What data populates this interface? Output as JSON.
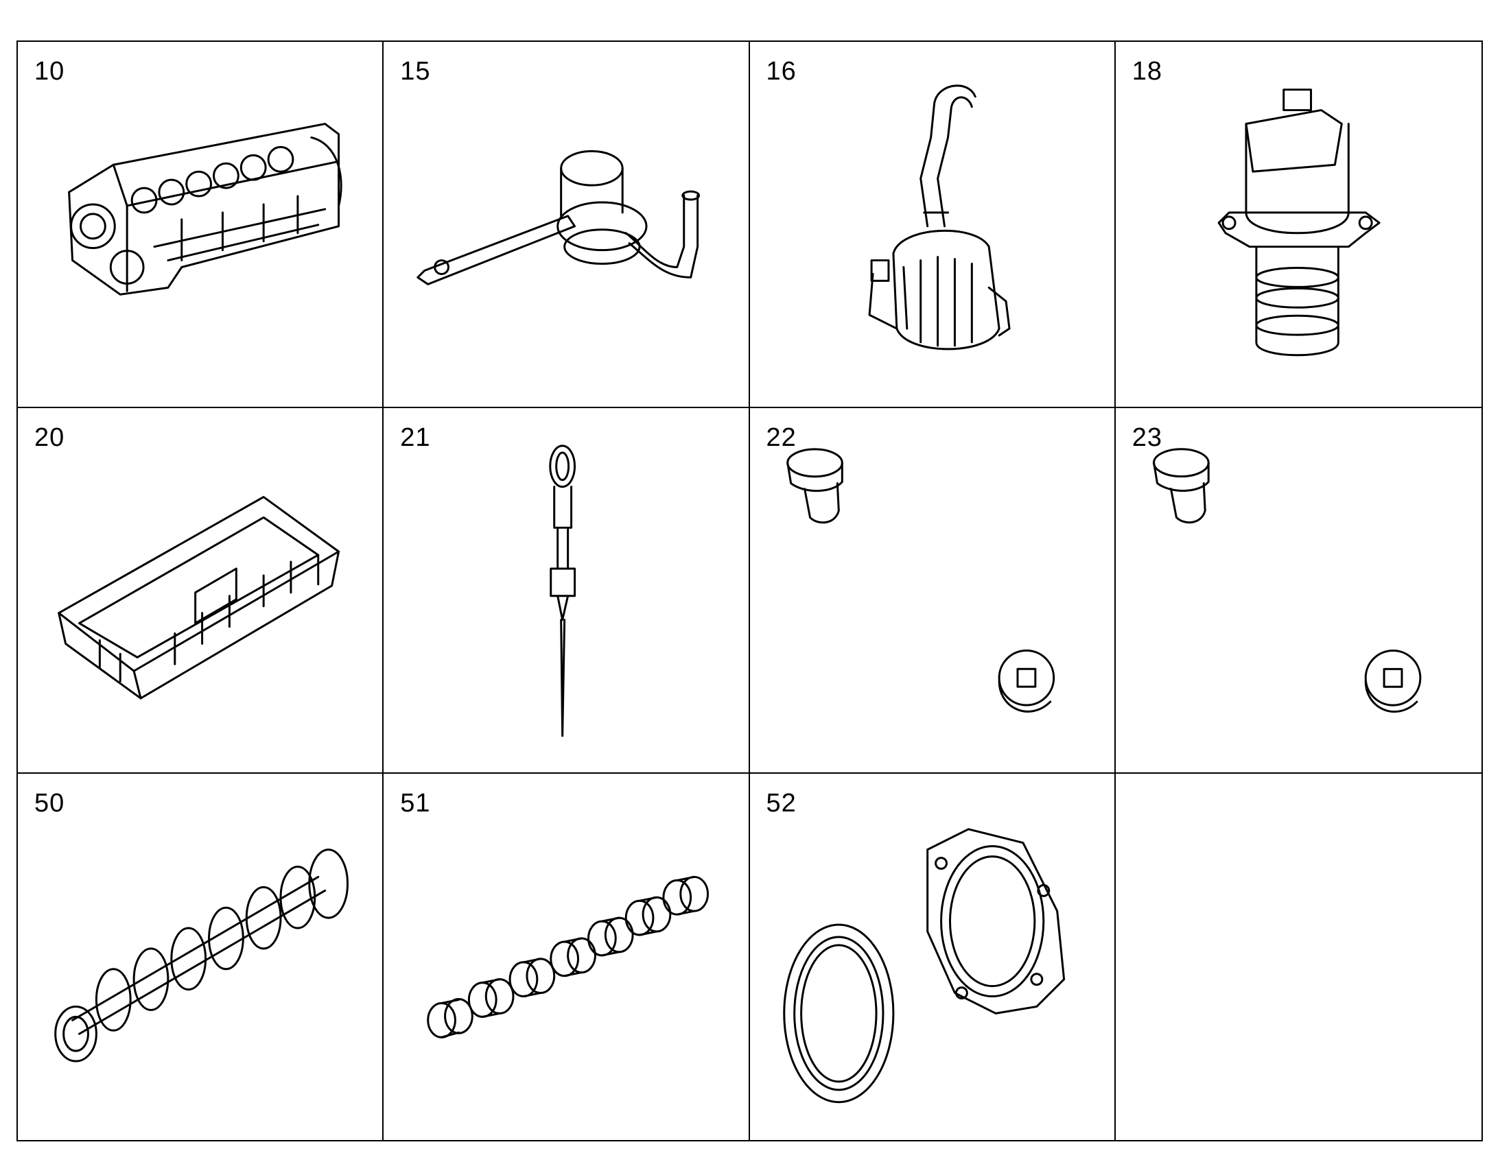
{
  "parts": [
    {
      "number": "10",
      "icon": "engine-block-icon"
    },
    {
      "number": "15",
      "icon": "oil-pickup-tube-icon"
    },
    {
      "number": "16",
      "icon": "oil-separator-icon"
    },
    {
      "number": "18",
      "icon": "egr-valve-icon"
    },
    {
      "number": "20",
      "icon": "oil-pan-icon"
    },
    {
      "number": "21",
      "icon": "dipstick-icon"
    },
    {
      "number": "22",
      "icon": "plug-pair-icon"
    },
    {
      "number": "23",
      "icon": "plug-pair-icon"
    },
    {
      "number": "50",
      "icon": "crankshaft-icon"
    },
    {
      "number": "51",
      "icon": "bearing-shells-icon"
    },
    {
      "number": "52",
      "icon": "seal-housing-icon"
    },
    {
      "number": "",
      "icon": ""
    }
  ]
}
